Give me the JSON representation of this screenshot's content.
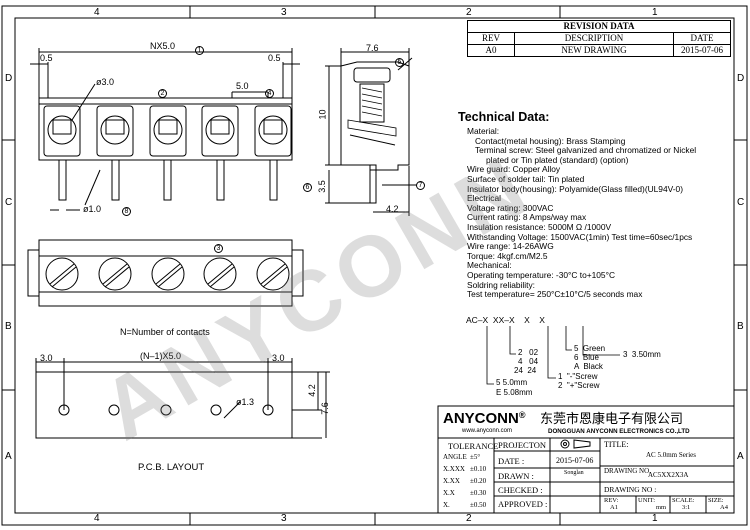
{
  "frame": {
    "top_zones": [
      "4",
      "3",
      "2",
      "1"
    ],
    "bottom_zones": [
      "4",
      "3",
      "2",
      "1"
    ],
    "left_zones": [
      "D",
      "C",
      "B",
      "A"
    ],
    "right_zones": [
      "D",
      "C",
      "B",
      "A"
    ]
  },
  "revision": {
    "title": "REVISION DATA",
    "headers": [
      "REV",
      "DESCRIPTION",
      "DATE"
    ],
    "row": [
      "A0",
      "NEW DRAWING",
      "2015-07-06"
    ]
  },
  "front_view": {
    "dim_width": "NX5.0",
    "dim_left_offset": "0.5",
    "dim_right_offset": "0.5",
    "hole_dia": "ø3.0",
    "pitch": "5.0",
    "pin_dia": "ø1.0",
    "balloon_1": "1",
    "balloon_2": "2",
    "balloon_3": "3",
    "balloon_4": "4",
    "balloon_6": "6",
    "balloon_8": "8",
    "note": "N=Number of contacts"
  },
  "side_view": {
    "dim_depth": "7.6",
    "dim_height": "10",
    "dim_pin": "3.5",
    "dim_offset": "4.2",
    "balloon_5": "5",
    "balloon_7": "7"
  },
  "technical": {
    "title": "Technical Data:",
    "lines": [
      {
        "text": "Material:",
        "indent": 1
      },
      {
        "text": "Contact(metal housing): Brass Stamping",
        "indent": 2
      },
      {
        "text": "Terminal screw: Steel galvanized and chromatized or Nickel",
        "indent": 2
      },
      {
        "text": "plated or Tin plated (standard) (option)",
        "indent": 3
      },
      {
        "text": "Wire guard: Copper Alloy",
        "indent": 1
      },
      {
        "text": "Surface of solder tail: Tin plated",
        "indent": 1
      },
      {
        "text": "Insulator body(housing): Polyamide(Glass filled)(UL94V-0)",
        "indent": 1
      },
      {
        "text": "Electrical",
        "indent": 1
      },
      {
        "text": "Voltage rating: 300VAC",
        "indent": 1
      },
      {
        "text": "Current rating: 8 Amps/way max",
        "indent": 1
      },
      {
        "text": "Insulation resistance: 5000M Ω /1000V",
        "indent": 1
      },
      {
        "text": "Withstanding Voltage: 1500VAC(1min) Test time=60sec/1pcs",
        "indent": 1
      },
      {
        "text": "Wire range: 14-26AWG",
        "indent": 1
      },
      {
        "text": "Torque: 4kgf.cm/M2.5",
        "indent": 1
      },
      {
        "text": "Mechanical:",
        "indent": 1
      },
      {
        "text": "Operating temperature: -30°C to+105°C",
        "indent": 1
      },
      {
        "text": "Soldring reliability:",
        "indent": 1
      },
      {
        "text": "Test temperature= 250°C±10°C/5 seconds max",
        "indent": 1
      }
    ]
  },
  "part_code": {
    "code": "AC–X  XX–X    X    X",
    "pitch_opts": [
      "5  5.0mm",
      "E  5.08mm"
    ],
    "count_opts": [
      "2   02",
      "4   04",
      "24  24"
    ],
    "screw_opts": [
      "1  \"-\"Screw",
      "2  \"+\"Screw"
    ],
    "color_opts": [
      "5  Green",
      "6  Blue",
      "A  Black"
    ],
    "height_opts": [
      "3  3.50mm"
    ]
  },
  "pcb": {
    "dim_left": "3.0",
    "dim_pitch": "(N–1)X5.0",
    "dim_right": "3.0",
    "dim_4_2": "4.2",
    "dim_7_6": "7.6",
    "hole": "ø1.3",
    "label": "P.C.B.  LAYOUT"
  },
  "title_block": {
    "brand": "ANYCONN",
    "reg": "®",
    "cn_name": "东莞市恩康电子有限公司",
    "website": "www.anyconn.com",
    "en_name": "DONGGUAN ANYCONN ELECTRONICS CO.,LTD",
    "tolerance": "TOLERANCE",
    "tol_rows": [
      [
        "ANGLE",
        "±5°"
      ],
      [
        "X.XXX",
        "±0.10"
      ],
      [
        "X.XX",
        "±0.20"
      ],
      [
        "X.X",
        "±0.30"
      ],
      [
        "X.",
        "±0.50"
      ]
    ],
    "projection": "PROJECTON",
    "date_label": "DATE :",
    "date": "2015-07-06",
    "drawn_label": "DRAWN :",
    "drawn": "Songlan",
    "checked_label": "CHECKED :",
    "approved_label": "APPROVED :",
    "title_label": "TITLE:",
    "title": "AC 5.0mm Series",
    "drawing_label": "DRAWING NO.",
    "drawing_no": "AC5XX2X3A",
    "drawing_no_label": "DRAWING NO :",
    "rev_label": "REV:",
    "rev": "A1",
    "unit_label": "UNIT:",
    "unit": "mm",
    "scale_label": "SCALE:",
    "scale": "3:1",
    "size_label": "SIZE:",
    "size": "A4"
  },
  "watermark": "ANYCONN"
}
